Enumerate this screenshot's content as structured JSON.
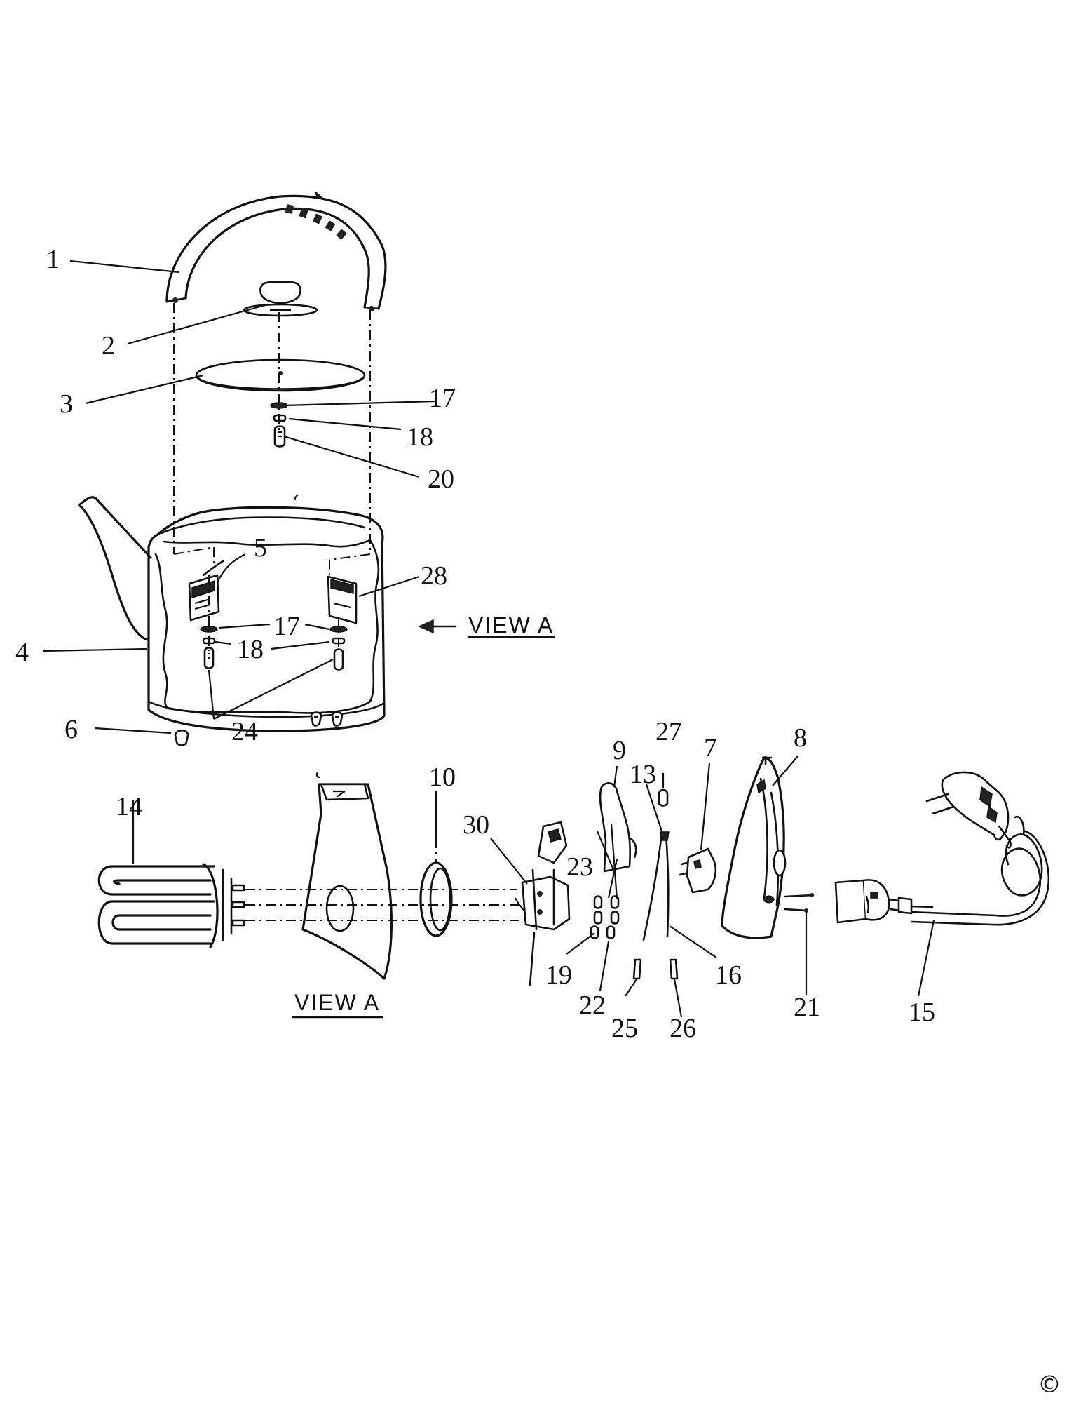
{
  "labels": {
    "l1": "1",
    "l2": "2",
    "l3": "3",
    "l4": "4",
    "l5": "5",
    "l6": "6",
    "l7": "7",
    "l8": "8",
    "l9": "9",
    "l10": "10",
    "l13": "13",
    "l14": "14",
    "l15": "15",
    "l16": "16",
    "l17a": "17",
    "l17b": "17",
    "l18a": "18",
    "l18b": "18",
    "l19": "19",
    "l20": "20",
    "l21": "21",
    "l22": "22",
    "l23": "23",
    "l24": "24",
    "l25": "25",
    "l26": "26",
    "l27": "27",
    "l28": "28",
    "l30": "30"
  },
  "view_labels": {
    "upper": "VIEW A",
    "lower": "VIEW A"
  },
  "copyright": "©"
}
